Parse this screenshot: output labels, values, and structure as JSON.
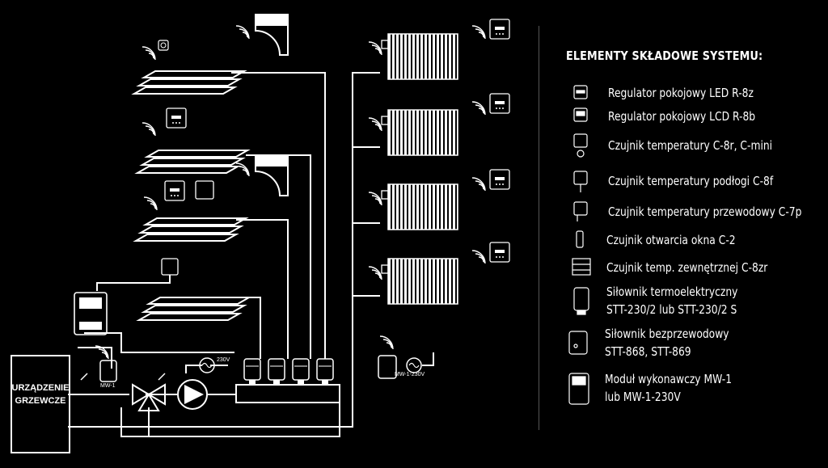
{
  "legend": {
    "title": "ELEMENTY SKŁADOWE SYSTEMU:",
    "items": [
      {
        "icon": "led-room-regulator-icon",
        "lines": [
          "Regulator pokojowy LED R-8z"
        ]
      },
      {
        "icon": "lcd-room-regulator-icon",
        "lines": [
          "Regulator pokojowy LCD R-8b"
        ]
      },
      {
        "icon": "temperature-sensor-icon",
        "lines": [
          "Czujnik temperatury C-8r, C-mini"
        ]
      },
      {
        "icon": "floor-sensor-icon",
        "lines": [
          "Czujnik temperatury podłogi C-8f"
        ]
      },
      {
        "icon": "wired-sensor-icon",
        "lines": [
          "Czujnik temperatury przewodowy C-7p"
        ]
      },
      {
        "icon": "window-sensor-icon",
        "lines": [
          "Czujnik otwarcia okna C-2"
        ]
      },
      {
        "icon": "outdoor-sensor-icon",
        "lines": [
          "Czujnik temp. zewnętrznej C-8zr"
        ]
      },
      {
        "icon": "thermoelectric-actuator-icon",
        "lines": [
          "Siłownik termoelektryczny",
          "STT-230/2 lub STT-230/2 S"
        ]
      },
      {
        "icon": "wireless-actuator-icon",
        "lines": [
          "Siłownik bezprzewodowy",
          "STT-868, STT-869"
        ]
      },
      {
        "icon": "executive-module-icon",
        "lines": [
          "Moduł wykonawczy MW-1",
          "lub MW-1-230V"
        ]
      }
    ]
  },
  "diagram": {
    "boiler_label": [
      "URZĄDZENIE",
      "GRZEWCZE"
    ],
    "mw1_label": "MW-1",
    "pump_voltage": "230V",
    "mw1_230_label": "MW-1-230V"
  },
  "colors": {
    "background": "#000000",
    "foreground": "#ffffff",
    "divider": "#555555"
  }
}
